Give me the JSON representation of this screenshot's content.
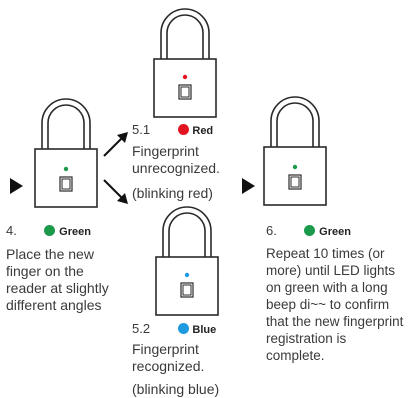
{
  "colors": {
    "green": "#1a9a4a",
    "red": "#e3141f",
    "blue": "#1e9be0",
    "stroke": "#2a2a2a"
  },
  "icons": {
    "arrow": "triangle-arrow-icon",
    "dot": "led-dot-icon"
  },
  "step4": {
    "number": "4.",
    "led_label": "Green",
    "lines": [
      "Place the new",
      "finger on the",
      "reader at slightly",
      "different angles"
    ]
  },
  "step5_1": {
    "number": "5.1",
    "led_label": "Red",
    "lines": [
      "Fingerprint",
      "unrecognized.",
      "(blinking red)"
    ]
  },
  "step5_2": {
    "number": "5.2",
    "led_label": "Blue",
    "lines": [
      "Fingerprint",
      "recognized.",
      "(blinking blue)"
    ]
  },
  "step6": {
    "number": "6.",
    "led_label": "Green",
    "lines": [
      "Repeat 10 times (or",
      "more) until LED lights",
      "on green with a long",
      "beep di~~ to confirm",
      "that the new fingerprint",
      "registration is",
      "complete."
    ]
  }
}
